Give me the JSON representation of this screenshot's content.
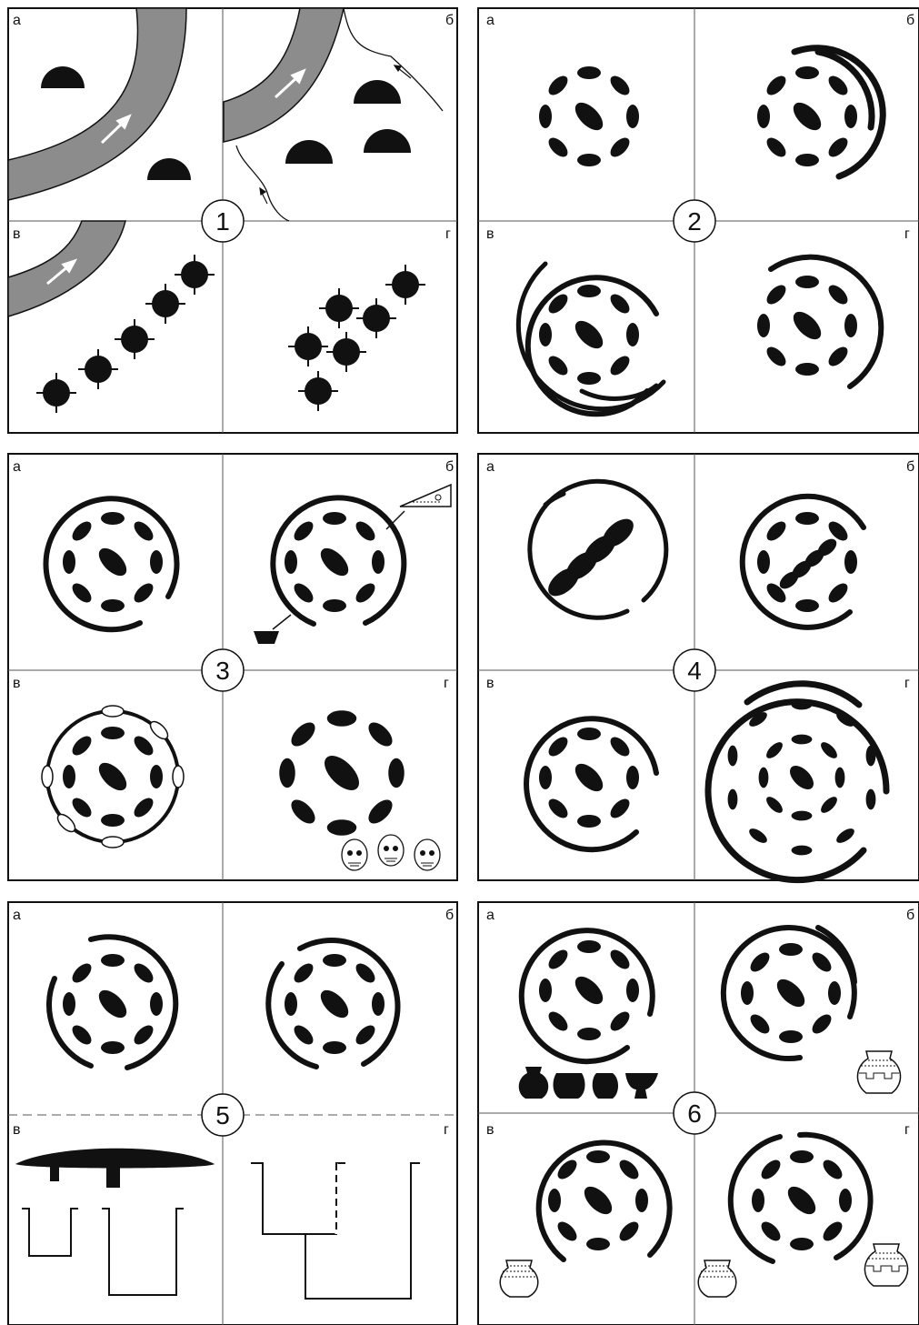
{
  "figure": {
    "panels": [
      {
        "number": "1",
        "quadrant_labels": [
          "а",
          "б",
          "в",
          "г"
        ]
      },
      {
        "number": "2",
        "quadrant_labels": [
          "а",
          "б",
          "в",
          "г"
        ]
      },
      {
        "number": "3",
        "quadrant_labels": [
          "а",
          "б",
          "в",
          "г"
        ]
      },
      {
        "number": "4",
        "quadrant_labels": [
          "а",
          "б",
          "в",
          "г"
        ]
      },
      {
        "number": "5",
        "quadrant_labels": [
          "а",
          "б",
          "в",
          "г"
        ]
      },
      {
        "number": "6",
        "quadrant_labels": [
          "а",
          "б",
          "в",
          "г"
        ]
      }
    ],
    "colors": {
      "ink": "#111111",
      "river": "#8c8c8c",
      "background": "#ffffff"
    },
    "icons": [
      "kurgan-mound-icon",
      "river-icon",
      "flow-arrow-icon",
      "stone-ring-icon",
      "burial-pit-icon",
      "vessel-icon",
      "skull-icon",
      "ruler-icon",
      "bowl-icon"
    ]
  }
}
